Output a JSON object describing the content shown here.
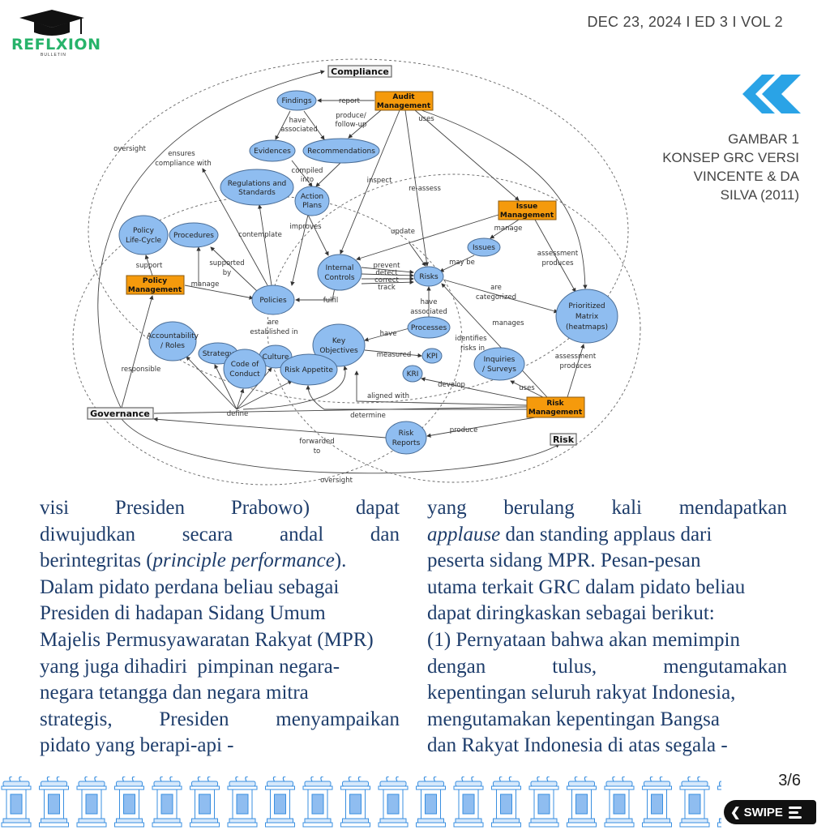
{
  "header": {
    "brand": "REFLXION",
    "brand_sub": "BULLETIN",
    "date_edition": "DEC 23, 2024 I ED 3 I VOL 2"
  },
  "figure": {
    "caption_lines": [
      "GAMBAR 1",
      "KONSEP GRC VERSI",
      "VINCENTE & DA",
      "SILVA (2011)"
    ]
  },
  "diagram": {
    "nodes": {
      "compliance": "Compliance",
      "governance": "Governance",
      "risk": "Risk",
      "audit_management": [
        "Audit",
        "Management"
      ],
      "issue_management": [
        "Issue",
        "Management"
      ],
      "policy_management": [
        "Policy",
        "Management"
      ],
      "risk_management": [
        "Risk",
        "Management"
      ],
      "findings": "Findings",
      "evidences": "Evidences",
      "recommendations": "Recommendations",
      "regulations": [
        "Regulations and",
        "Standards"
      ],
      "action_plans": [
        "Action",
        "Plans"
      ],
      "issues": "Issues",
      "policy_life_cycle": [
        "Policy",
        "Life-Cycle"
      ],
      "procedures": "Procedures",
      "internal_controls": [
        "Internal",
        "Controls"
      ],
      "risks": "Risks",
      "policies": "Policies",
      "prioritized_matrix": [
        "Prioritized",
        "Matrix",
        "(heatmaps)"
      ],
      "processes": "Processes",
      "accountability": [
        "Accountability",
        "/ Roles"
      ],
      "strategy": "Strategy",
      "key_objectives": [
        "Key",
        "Objectives"
      ],
      "code_of_conduct": [
        "Code of",
        "Conduct"
      ],
      "culture": "Culture",
      "risk_appetite": "Risk Appetite",
      "kpi": "KPI",
      "kri": "KRI",
      "inquiries": [
        "Inquiries",
        "/ Surveys"
      ],
      "risk_reports": [
        "Risk",
        "Reports"
      ]
    },
    "edges": [
      "report",
      "have",
      "associated",
      "produce/",
      "follow-up",
      "uses",
      "oversight",
      "ensures",
      "compliance with",
      "compiled",
      "into",
      "inspect",
      "re-assess",
      "improves",
      "update",
      "manage",
      "contemplate",
      "supported",
      "by",
      "support",
      "assessment",
      "produces",
      "may be",
      "prevent",
      "detect",
      "correct",
      "track",
      "manage",
      "fulfil",
      "are",
      "categorized",
      "have",
      "associated",
      "are",
      "established in",
      "manages",
      "have",
      "identifies",
      "risks in",
      "measured",
      "assessment",
      "produces",
      "responsible",
      "develop",
      "uses",
      "aligned with",
      "define",
      "determine",
      "produce",
      "forwarded",
      "to",
      "oversight"
    ]
  },
  "article": {
    "left_lines": [
      [
        "visi",
        "Presiden",
        "Prabowo)",
        "dapat"
      ],
      [
        "diwujudkan",
        "secara",
        "andal",
        "dan"
      ],
      [
        "berintegritas (",
        "principle performance",
        ")."
      ],
      [
        "Dalam pidato perdana beliau sebagai"
      ],
      [
        "Presiden di hadapan Sidang Umum"
      ],
      [
        "Majelis Permusyawaratan Rakyat (MPR)"
      ],
      [
        "yang juga dihadiri  pimpinan negara-"
      ],
      [
        "negara tetangga dan negara mitra"
      ],
      [
        "strategis,",
        "Presiden",
        "menyampaikan"
      ],
      [
        "pidato yang berapi-api -"
      ]
    ],
    "right_lines": [
      [
        "yang",
        "berulang",
        "kali",
        "mendapatkan"
      ],
      [
        "applause",
        " dan standing applaus dari"
      ],
      [
        "peserta sidang MPR. Pesan-pesan"
      ],
      [
        "utama terkait GRC dalam pidato beliau"
      ],
      [
        "dapat diringkaskan sebagai berikut:"
      ],
      [
        "(1) Pernyataan bahwa akan memimpin"
      ],
      [
        "dengan",
        "tulus,",
        "mengutamakan"
      ],
      [
        "kepentingan seluruh rakyat Indonesia,"
      ],
      [
        "mengutamakan kepentingan Bangsa"
      ],
      [
        "dan Rakyat Indonesia di atas segala -"
      ]
    ]
  },
  "footer": {
    "page_indicator": "3/6",
    "swipe_label": "SWIPE",
    "podium_count": 20
  },
  "colors": {
    "brand_green": "#27b36a",
    "text_blue": "#1e3d6b",
    "node_blue": "#8fbdf0",
    "box_orange": "#f59a0c",
    "chevron_blue": "#2aa3e6"
  }
}
